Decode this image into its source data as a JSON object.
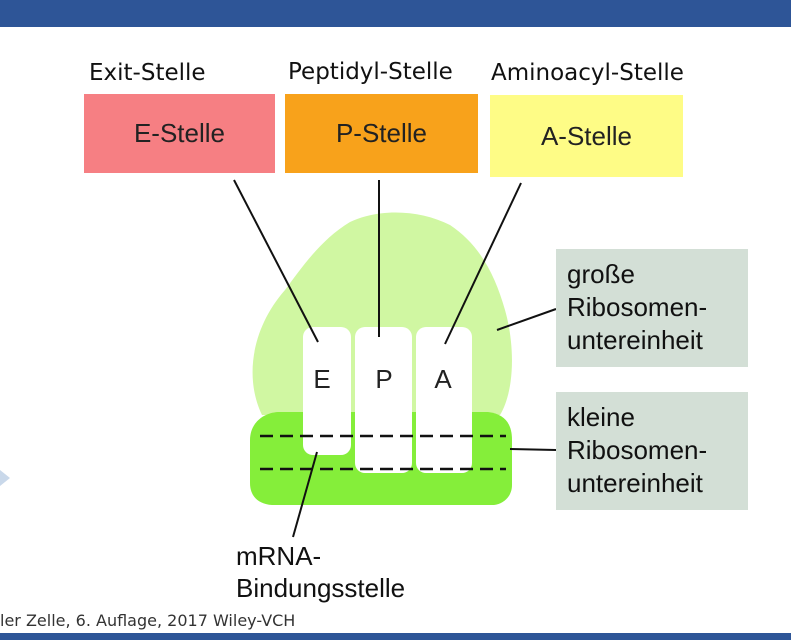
{
  "colors": {
    "header_bar": "#2e5597",
    "e_site": "#f67f83",
    "p_site": "#f8a21b",
    "a_site": "#fefc86",
    "large_subunit": "#d0f7a2",
    "small_subunit": "#85ee3a",
    "label_box": "#d3dfd6"
  },
  "sites": {
    "exit_label": "Exit-Stelle",
    "peptidyl_label": "Peptidyl-Stelle",
    "aminoacyl_label": "Aminoacyl-Stelle",
    "e_box": "E-Stelle",
    "p_box": "P-Stelle",
    "a_box": "A-Stelle"
  },
  "slots": {
    "e": "E",
    "p": "P",
    "a": "A"
  },
  "subunits": {
    "large": [
      "große",
      "Ribosomen-",
      "untereinheit"
    ],
    "small": [
      "kleine",
      "Ribosomen-",
      "untereinheit"
    ]
  },
  "mrna": [
    "mRNA-",
    "Bindungsstelle"
  ],
  "caption": "ler Zelle, 6. Auflage, 2017 Wiley-VCH"
}
